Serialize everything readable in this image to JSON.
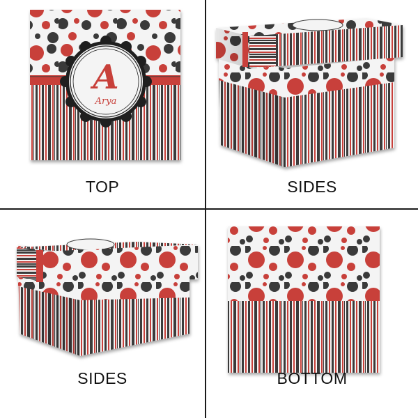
{
  "product": {
    "monogram_letter": "A",
    "monogram_name": "Arya",
    "pattern": "polka dots and stripes",
    "colors": {
      "red": "#c8403a",
      "charcoal": "#3a3a3a",
      "white": "#f4f4f4",
      "divider": "#1a1a1a"
    }
  },
  "panels": [
    {
      "id": "top",
      "label": "TOP",
      "view": "flat-top-print"
    },
    {
      "id": "sides-1",
      "label": "SIDES",
      "view": "box-3d-right"
    },
    {
      "id": "sides-2",
      "label": "SIDES",
      "view": "box-3d-left"
    },
    {
      "id": "bottom",
      "label": "BOTTOM",
      "view": "flat-bottom-print"
    }
  ]
}
